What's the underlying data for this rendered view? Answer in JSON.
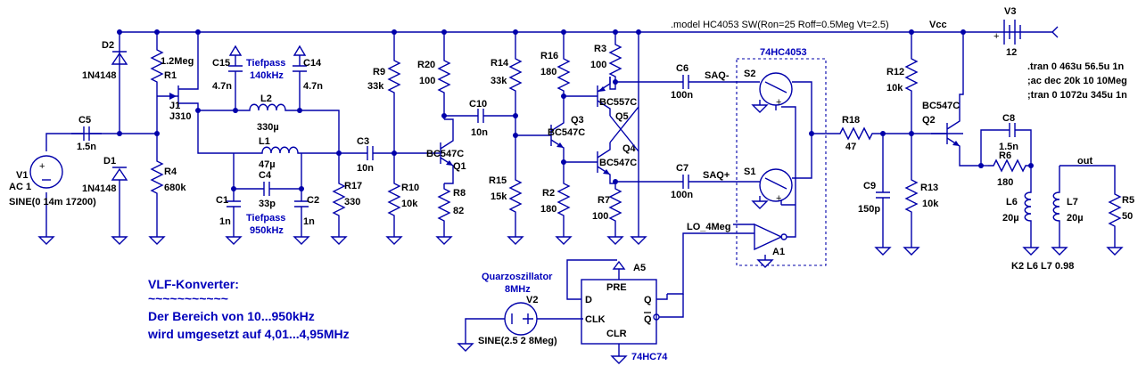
{
  "directives": {
    "model": ".model HC4053 SW(Ron=25 Roff=0.5Meg Vt=2.5)",
    "tran1": ".tran 0 463u 56.5u 1n",
    "ac": ";ac dec 20k 10 10Meg",
    "tran2": ";tran 0 1072u 345u 1n",
    "k": "K2 L6 L7 0.98"
  },
  "nets": {
    "vcc": "Vcc",
    "out": "out",
    "lo": "LO_4Meg",
    "saqm": "SAQ-",
    "saqp": "SAQ+"
  },
  "notes": {
    "title": "VLF-Konverter:",
    "tilde": "~~~~~~~~~~~",
    "line1": "Der Bereich von 10...950kHz",
    "line2": "wird umgesetzt auf 4,01...4,95MHz"
  },
  "filters": {
    "tp1": "Tiefpass",
    "tp1f": "140kHz",
    "tp2": "Tiefpass",
    "tp2f": "950kHz"
  },
  "osc": {
    "label": "Quarzoszillator",
    "freq": "8MHz"
  },
  "components": {
    "V1": {
      "name": "V1",
      "val": "AC 1",
      "val2": "SINE(0 14m 17200)"
    },
    "V2": {
      "name": "V2",
      "val": "SINE(2.5 2 8Meg)"
    },
    "V3": {
      "name": "V3",
      "val": "12"
    },
    "D1": {
      "name": "D1",
      "val": "1N4148"
    },
    "D2": {
      "name": "D2",
      "val": "1N4148"
    },
    "R1": {
      "name": "R1",
      "val": "1.2Meg"
    },
    "J1": {
      "name": "J1",
      "val": "J310"
    },
    "R4": {
      "name": "R4",
      "val": "680k"
    },
    "C5": {
      "name": "C5",
      "val": "1.5n"
    },
    "C15": {
      "name": "C15",
      "val": "4.7n"
    },
    "C14": {
      "name": "C14",
      "val": "4.7n"
    },
    "L2": {
      "name": "L2",
      "val": "330µ"
    },
    "L1": {
      "name": "L1",
      "val": "47µ"
    },
    "C4": {
      "name": "C4",
      "val": "33p"
    },
    "C1": {
      "name": "C1",
      "val": "1n"
    },
    "C2": {
      "name": "C2",
      "val": "1n"
    },
    "C3": {
      "name": "C3",
      "val": "10n"
    },
    "R17": {
      "name": "R17",
      "val": "330"
    },
    "R9": {
      "name": "R9",
      "val": "33k"
    },
    "R10": {
      "name": "R10",
      "val": "10k"
    },
    "R20": {
      "name": "R20",
      "val": "100"
    },
    "Q1": {
      "name": "Q1",
      "val": "BC547C"
    },
    "R8": {
      "name": "R8",
      "val": "82"
    },
    "C10": {
      "name": "C10",
      "val": "10n"
    },
    "R14": {
      "name": "R14",
      "val": "33k"
    },
    "R15": {
      "name": "R15",
      "val": "15k"
    },
    "R16": {
      "name": "R16",
      "val": "180"
    },
    "R2": {
      "name": "R2",
      "val": "180"
    },
    "Q3": {
      "name": "Q3",
      "val": "BC547C"
    },
    "R3": {
      "name": "R3",
      "val": "100"
    },
    "Q5": {
      "name": "Q5",
      "val": "BC557C"
    },
    "Q4": {
      "name": "Q4",
      "val": "BC547C"
    },
    "R7": {
      "name": "R7",
      "val": "100"
    },
    "C6": {
      "name": "C6",
      "val": "100n"
    },
    "C7": {
      "name": "C7",
      "val": "100n"
    },
    "U": {
      "name": "74HC4053"
    },
    "S1": {
      "name": "S1"
    },
    "S2": {
      "name": "S2"
    },
    "A1": {
      "name": "A1"
    },
    "A5": {
      "name": "A5",
      "val": "74HC74"
    },
    "ff": {
      "pre": "PRE",
      "clr": "CLR",
      "d": "D",
      "clk": "CLK",
      "q": "Q",
      "qb": "Q"
    },
    "R18": {
      "name": "R18",
      "val": "47"
    },
    "C9": {
      "name": "C9",
      "val": "150p"
    },
    "R12": {
      "name": "R12",
      "val": "10k"
    },
    "R13": {
      "name": "R13",
      "val": "10k"
    },
    "Q2": {
      "name": "Q2",
      "val": "BC547C"
    },
    "C8": {
      "name": "C8",
      "val": "1.5n"
    },
    "R6": {
      "name": "R6",
      "val": "180"
    },
    "L6": {
      "name": "L6",
      "val": "20µ"
    },
    "L7": {
      "name": "L7",
      "val": "20µ"
    },
    "R5": {
      "name": "R5",
      "val": "50"
    }
  }
}
